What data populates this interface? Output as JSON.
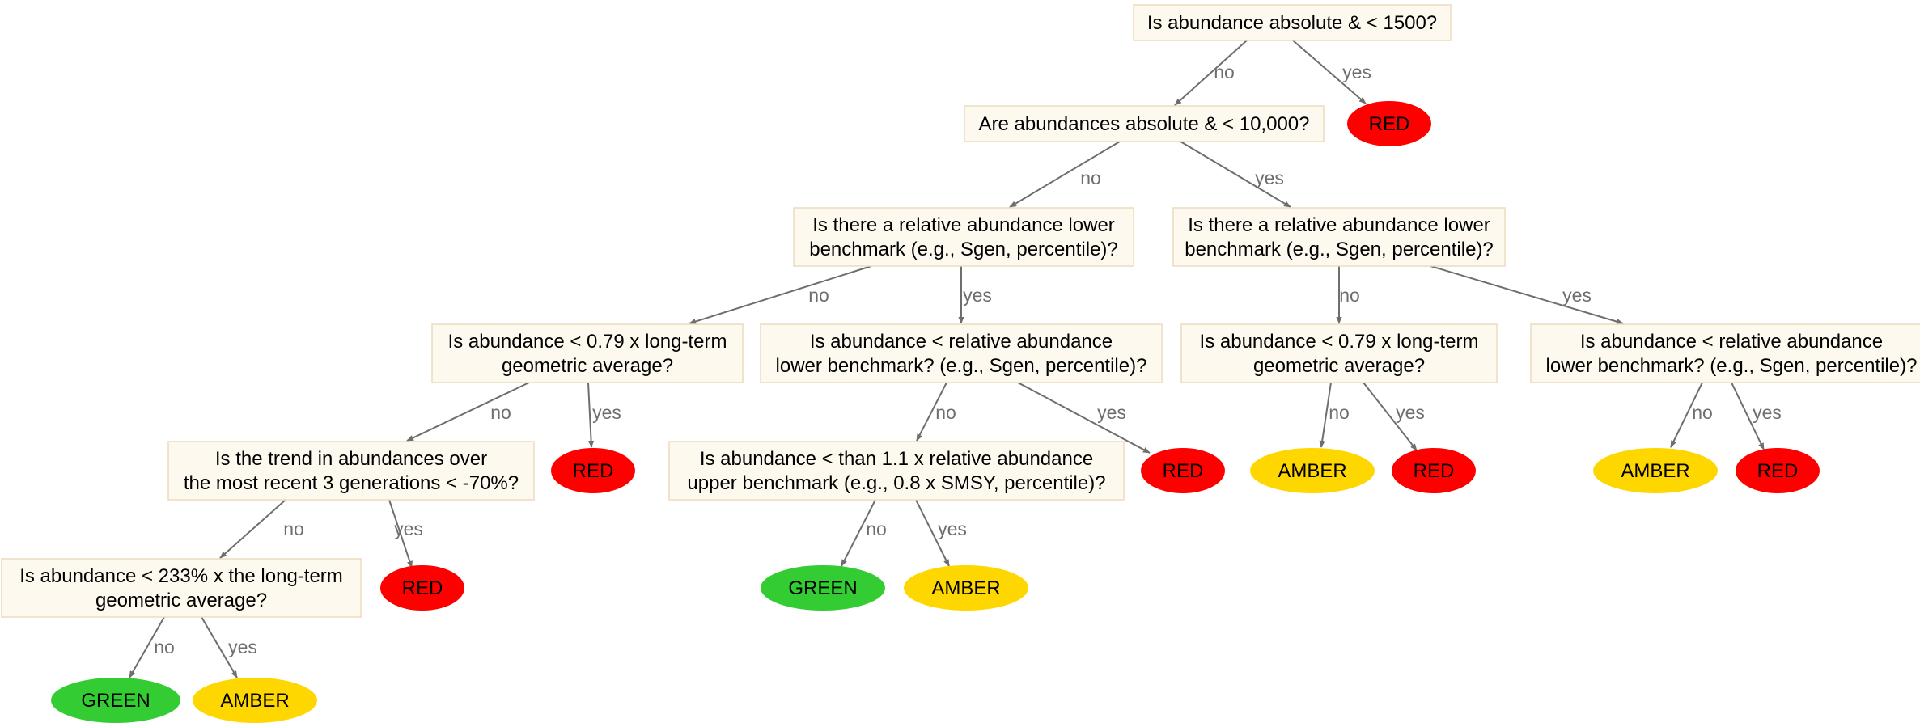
{
  "diagram": {
    "type": "decision-tree",
    "colors": {
      "question_fill": "#fdf9ef",
      "question_border": "#ecdcbf",
      "edge": "#6e6e6e",
      "RED": "#ff0000",
      "AMBER": "#ffd700",
      "GREEN": "#33cc33"
    },
    "nodes": [
      {
        "id": "q1",
        "kind": "question",
        "lines": [
          "Is abundance absolute & < 1500?"
        ]
      },
      {
        "id": "o1",
        "kind": "outcome",
        "label": "RED"
      },
      {
        "id": "q2",
        "kind": "question",
        "lines": [
          "Are abundances absolute & < 10,000?"
        ]
      },
      {
        "id": "q3",
        "kind": "question",
        "lines": [
          "Is there a relative abundance lower",
          "benchmark (e.g., Sgen, percentile)?"
        ]
      },
      {
        "id": "q4",
        "kind": "question",
        "lines": [
          "Is there a relative abundance lower",
          "benchmark (e.g., Sgen, percentile)?"
        ]
      },
      {
        "id": "q5",
        "kind": "question",
        "lines": [
          "Is abundance < 0.79 x long-term",
          "geometric average?"
        ]
      },
      {
        "id": "q6",
        "kind": "question",
        "lines": [
          "Is abundance < relative abundance",
          "lower benchmark? (e.g., Sgen, percentile)?"
        ]
      },
      {
        "id": "q7",
        "kind": "question",
        "lines": [
          "Is abundance < 0.79 x long-term",
          "geometric average?"
        ]
      },
      {
        "id": "q8",
        "kind": "question",
        "lines": [
          "Is abundance < relative abundance",
          "lower benchmark? (e.g., Sgen, percentile)?"
        ]
      },
      {
        "id": "q9",
        "kind": "question",
        "lines": [
          "Is the trend in abundances over",
          "the most recent 3 generations < -70%?"
        ]
      },
      {
        "id": "o2",
        "kind": "outcome",
        "label": "RED"
      },
      {
        "id": "q10",
        "kind": "question",
        "lines": [
          "Is abundance < than 1.1 x relative abundance",
          "upper benchmark (e.g., 0.8 x SMSY, percentile)?"
        ]
      },
      {
        "id": "o3",
        "kind": "outcome",
        "label": "RED"
      },
      {
        "id": "o4",
        "kind": "outcome",
        "label": "AMBER"
      },
      {
        "id": "o5",
        "kind": "outcome",
        "label": "RED"
      },
      {
        "id": "o6",
        "kind": "outcome",
        "label": "AMBER"
      },
      {
        "id": "o7",
        "kind": "outcome",
        "label": "RED"
      },
      {
        "id": "q11",
        "kind": "question",
        "lines": [
          "Is abundance < 233% x the long-term",
          "geometric average?"
        ]
      },
      {
        "id": "o8",
        "kind": "outcome",
        "label": "RED"
      },
      {
        "id": "o9",
        "kind": "outcome",
        "label": "GREEN"
      },
      {
        "id": "o10",
        "kind": "outcome",
        "label": "AMBER"
      },
      {
        "id": "o11",
        "kind": "outcome",
        "label": "GREEN"
      },
      {
        "id": "o12",
        "kind": "outcome",
        "label": "AMBER"
      }
    ],
    "edges": [
      {
        "from": "q1",
        "to": "q2",
        "label": "no"
      },
      {
        "from": "q1",
        "to": "o1",
        "label": "yes"
      },
      {
        "from": "q2",
        "to": "q3",
        "label": "no"
      },
      {
        "from": "q2",
        "to": "q4",
        "label": "yes"
      },
      {
        "from": "q3",
        "to": "q5",
        "label": "no"
      },
      {
        "from": "q3",
        "to": "q6",
        "label": "yes"
      },
      {
        "from": "q4",
        "to": "q7",
        "label": "no"
      },
      {
        "from": "q4",
        "to": "q8",
        "label": "yes"
      },
      {
        "from": "q5",
        "to": "q9",
        "label": "no"
      },
      {
        "from": "q5",
        "to": "o2",
        "label": "yes"
      },
      {
        "from": "q6",
        "to": "q10",
        "label": "no"
      },
      {
        "from": "q6",
        "to": "o3",
        "label": "yes"
      },
      {
        "from": "q7",
        "to": "o4",
        "label": "no"
      },
      {
        "from": "q7",
        "to": "o5",
        "label": "yes"
      },
      {
        "from": "q8",
        "to": "o6",
        "label": "no"
      },
      {
        "from": "q8",
        "to": "o7",
        "label": "yes"
      },
      {
        "from": "q9",
        "to": "q11",
        "label": "no"
      },
      {
        "from": "q9",
        "to": "o8",
        "label": "yes"
      },
      {
        "from": "q10",
        "to": "o9",
        "label": "no"
      },
      {
        "from": "q10",
        "to": "o10",
        "label": "yes"
      },
      {
        "from": "q11",
        "to": "o11",
        "label": "no"
      },
      {
        "from": "q11",
        "to": "o12",
        "label": "yes"
      }
    ]
  }
}
